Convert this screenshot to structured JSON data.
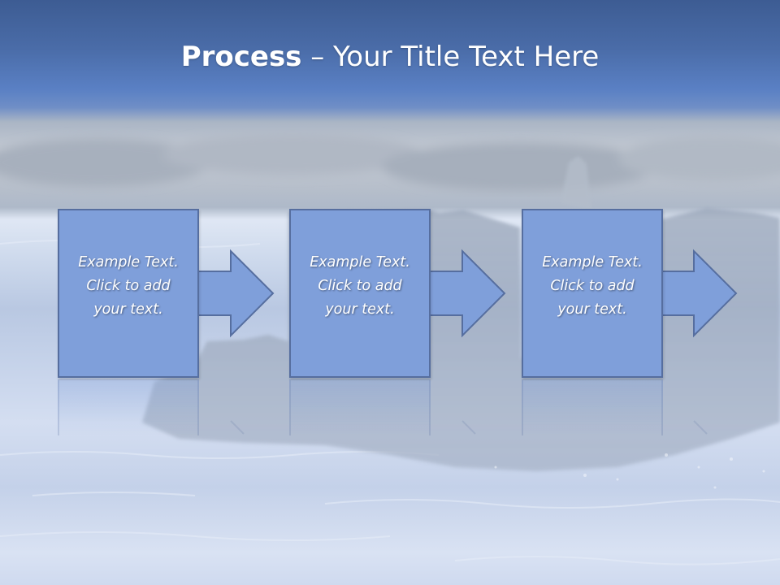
{
  "slide": {
    "title_bold": "Process",
    "title_rest": " – Your Title Text Here",
    "accent_color": "#7f9fda",
    "border_color": "#566e9f"
  },
  "steps": [
    {
      "line1": "Example Text.",
      "line2": "Click  to add",
      "line3": "your text."
    },
    {
      "line1": "Example Text.",
      "line2": "Click  to add",
      "line3": "your text."
    },
    {
      "line1": "Example Text.",
      "line2": "Click  to add",
      "line3": "your text."
    }
  ]
}
